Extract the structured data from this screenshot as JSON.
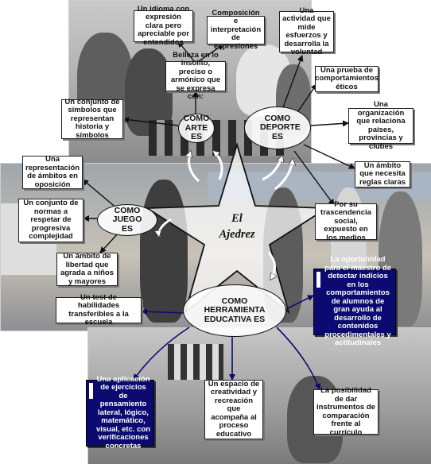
{
  "center": {
    "line1": "El",
    "line2": "Ajedrez"
  },
  "hubs": {
    "arte": "COMO ARTE ES",
    "deporte": "COMO DEPORTE ES",
    "juego": "COMO JUEGO ES",
    "herramienta": "COMO HERRAMIENTA EDUCATIVA ES"
  },
  "arte_items": [
    "Un idioma con expresión clara pero apreciable por entendidos",
    "Composición e interpretación de expresiones",
    "Belleza en lo insólito, preciso o armónico que se expresa con:",
    "Un conjunto de símbolos que representan historia y símbolos"
  ],
  "deporte_items": [
    "Una actividad que mide esfuerzos y desarrolla la voluntad",
    "Una prueba de comportamientos éticos",
    "Una organización que relaciona países, provincias y clubes",
    "Un ámbito que necesita reglas claras",
    "Por su trascendencia social, expuesto en los medios"
  ],
  "juego_items": [
    "Una representación de ámbitos en oposición",
    "Un conjunto de normas a respetar de progresiva complejidad",
    "Un ámbito de libertad que agrada a niños y mayores"
  ],
  "herramienta_items": [
    "La oportunidad para el maestro de detectar indicios en los comportamientos de alumnos de gran ayuda al desarrollo de contenidos procedimentales y actitudinales",
    "Un test de habilidades transferibles a la escuela",
    "Una aplicación de ejercicios de pensamiento lateral, lógico, matemático, visual, etc. con verificaciones concretas",
    "Un espacio de creatividad y recreación que acompaña al proceso educativo",
    "La posibilidad de dar instrumentos de comparación frente al currículo"
  ]
}
